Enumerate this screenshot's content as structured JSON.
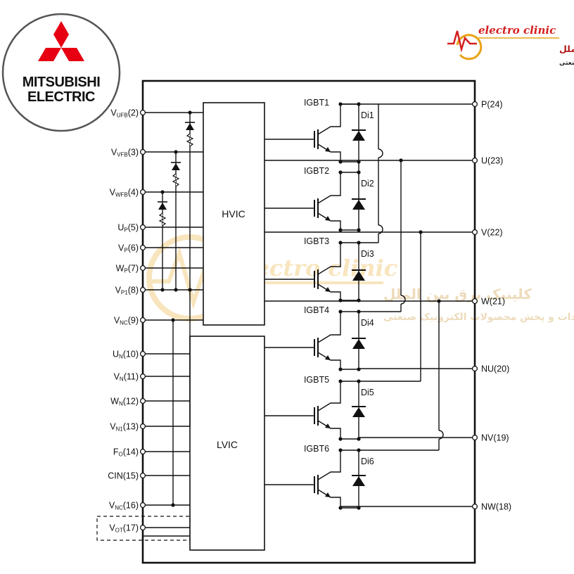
{
  "logo": {
    "brand_line1": "MITSUBISHI",
    "brand_line2": "ELECTRIC",
    "brand_color": "#e60012"
  },
  "badge": {
    "name": "electro clinic",
    "line_fa_1": "کلینیک برق بیر.الملل",
    "line_fa_2": "واردات وبخش محصولات الکترونیک صنعتی",
    "accent": "#e8a317"
  },
  "watermark": {
    "name": "electro clinic",
    "line_fa_1": "کلینیک برق بین الملل",
    "line_fa_2": "واردات و پخش محصولات الکترونیک صنعتی"
  },
  "blocks": {
    "hvic": "HVIC",
    "lvic": "LVIC"
  },
  "left_pins": [
    {
      "main": "V",
      "sub": "UFB",
      "num": "(2)"
    },
    {
      "main": "V",
      "sub": "VFB",
      "num": "(3)"
    },
    {
      "main": "V",
      "sub": "WFB",
      "num": "(4)"
    },
    {
      "main": "U",
      "sub": "P",
      "num": "(5)"
    },
    {
      "main": "V",
      "sub": "P",
      "num": "(6)"
    },
    {
      "main": "W",
      "sub": "P",
      "num": "(7)"
    },
    {
      "main": "V",
      "sub": "P1",
      "num": "(8)"
    },
    {
      "main": "V",
      "sub": "NC",
      "num": "(9)"
    },
    {
      "main": "U",
      "sub": "N",
      "num": "(10)"
    },
    {
      "main": "V",
      "sub": "N",
      "num": "(11)"
    },
    {
      "main": "W",
      "sub": "N",
      "num": "(12)"
    },
    {
      "main": "V",
      "sub": "N1",
      "num": "(13)"
    },
    {
      "main": "F",
      "sub": "O",
      "num": "(14)"
    },
    {
      "main": "CIN",
      "sub": "",
      "num": "(15)"
    },
    {
      "main": "V",
      "sub": "NC",
      "num": "(16)"
    },
    {
      "main": "V",
      "sub": "OT",
      "num": "(17)"
    }
  ],
  "right_pins": [
    "P(24)",
    "U(23)",
    "V(22)",
    "W(21)",
    "NU(20)",
    "NV(19)",
    "NW(18)"
  ],
  "switches": [
    {
      "igbt": "IGBT1",
      "diode": "Di1"
    },
    {
      "igbt": "IGBT2",
      "diode": "Di2"
    },
    {
      "igbt": "IGBT3",
      "diode": "Di3"
    },
    {
      "igbt": "IGBT4",
      "diode": "Di4"
    },
    {
      "igbt": "IGBT5",
      "diode": "Di5"
    },
    {
      "igbt": "IGBT6",
      "diode": "Di6"
    }
  ]
}
